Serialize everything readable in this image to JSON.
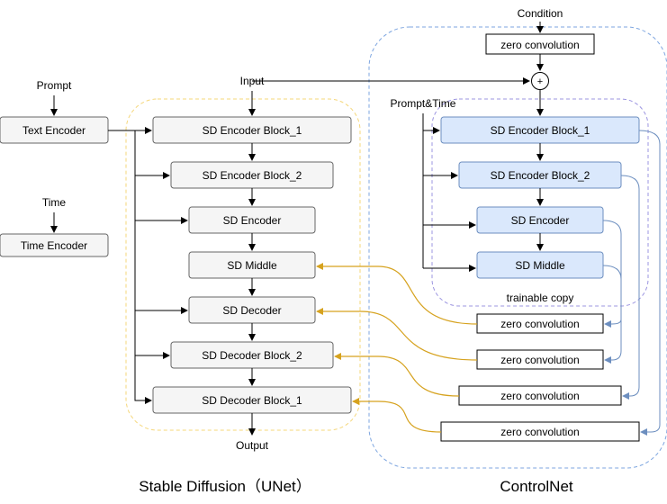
{
  "inputs": {
    "prompt": "Prompt",
    "time": "Time",
    "input": "Input",
    "condition": "Condition",
    "prompt_time": "Prompt&Time",
    "output": "Output"
  },
  "encoders": {
    "text_encoder": "Text Encoder",
    "time_encoder": "Time Encoder"
  },
  "stable_diffusion": {
    "title": "Stable Diffusion（UNet）",
    "blocks": [
      "SD Encoder Block_1",
      "SD Encoder Block_2",
      "SD Encoder",
      "SD Middle",
      "SD Decoder",
      "SD Decoder Block_2",
      "SD Decoder Block_1"
    ]
  },
  "controlnet": {
    "title": "ControlNet",
    "top_zero_conv": "zero convolution",
    "plus_symbol": "+",
    "trainable_label": "trainable copy",
    "trainable_blocks": [
      "SD Encoder Block_1",
      "SD Encoder Block_2",
      "SD Encoder",
      "SD Middle"
    ],
    "zero_convs": [
      "zero convolution",
      "zero convolution",
      "zero convolution",
      "zero convolution"
    ]
  },
  "colors": {
    "sd_box_fill": "#f5f5f5",
    "sd_box_stroke": "#666666",
    "trainable_fill": "#dae8fc",
    "trainable_stroke": "#6c8ebf",
    "sd_group_border": "#f5d77a",
    "controlnet_border": "#7ea6e0",
    "trainable_group_border": "#9b94e0",
    "zero_conv_arrow": "#d6a21e",
    "skip_arrow": "#6c8ebf"
  }
}
